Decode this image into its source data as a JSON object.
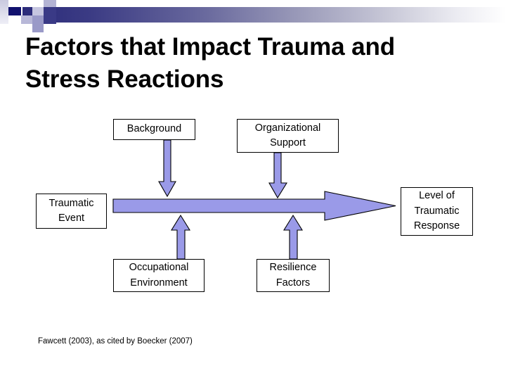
{
  "slide": {
    "title": "Factors that Impact Trauma and Stress Reactions",
    "citation": "Fawcett (2003), as cited by Boecker (2007)"
  },
  "theme": {
    "arrow_fill": "#9a9ae8",
    "arrow_stroke": "#000000",
    "band_dark": "#2b2b7a",
    "band_light": "#ffffff",
    "box_border": "#000000",
    "box_fill": "#ffffff",
    "text_color": "#000000"
  },
  "diagram": {
    "nodes": [
      {
        "id": "background",
        "label": "Background"
      },
      {
        "id": "organizational",
        "label": "Organizational Support"
      },
      {
        "id": "traumatic-event",
        "label": "Traumatic Event"
      },
      {
        "id": "level-response",
        "label": "Level of Traumatic Response"
      },
      {
        "id": "occupational",
        "label": "Occupational Environment"
      },
      {
        "id": "resilience",
        "label": "Resilience Factors"
      }
    ],
    "connectors": [
      {
        "id": "arrow-background-down",
        "from": "background",
        "to": "main-flow",
        "direction": "down"
      },
      {
        "id": "arrow-organizational-down",
        "from": "organizational",
        "to": "main-flow",
        "direction": "down"
      },
      {
        "id": "arrow-occupational-up",
        "from": "occupational",
        "to": "main-flow",
        "direction": "up"
      },
      {
        "id": "arrow-resilience-up",
        "from": "resilience",
        "to": "main-flow",
        "direction": "up"
      },
      {
        "id": "arrow-main-flow",
        "from": "traumatic-event",
        "to": "level-response",
        "direction": "right"
      }
    ]
  }
}
